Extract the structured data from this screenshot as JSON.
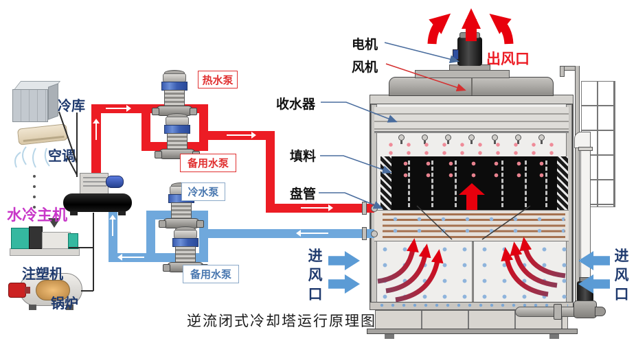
{
  "title": "逆流闭式冷却塔运行原理图",
  "colors": {
    "hot_loop": "#ec1c24",
    "cold_loop": "#6fa8dc",
    "inlet_arrow_blue": "#5b9bd5",
    "label_navy": "#1f3a6e",
    "chiller_label_magenta": "#c837c8",
    "outlet_label_red": "#ec1c24"
  },
  "equipment": {
    "cold_room": "冷库",
    "air_conditioner": "空调",
    "chiller": "水冷主机",
    "injection_machine": "注塑机",
    "boiler": "锅炉"
  },
  "pumps": {
    "hot_water": "热水泵",
    "hot_backup": "备用水泵",
    "cold_water": "冷水泵",
    "cold_backup": "备用水泵"
  },
  "tower": {
    "motor": "电机",
    "fan": "风机",
    "drift_eliminator": "收水器",
    "fill": "填料",
    "coil": "盘管",
    "air_outlet": "出风口",
    "air_inlet_left": "进风口",
    "air_inlet_right": "进风口"
  }
}
